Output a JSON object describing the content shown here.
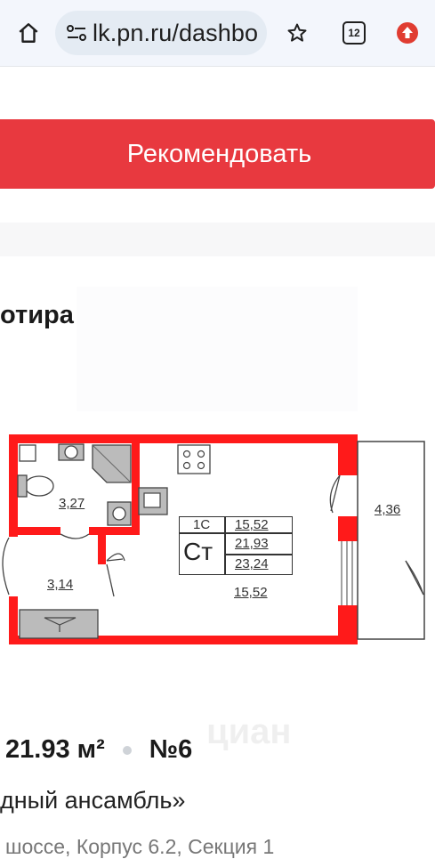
{
  "browser": {
    "url": "lk.pn.ru/dashbo",
    "tab_count": "12",
    "icons": [
      "home-icon",
      "tune-icon",
      "star-icon",
      "tabs-icon",
      "update-icon"
    ]
  },
  "page": {
    "recommend_label": "Рекомендовать",
    "section_title": "отира",
    "plan": {
      "room_bath1": "3,27",
      "room_hall": "3,14",
      "room_balcony": "4,36",
      "room_main": "15,52",
      "code_building": "1С",
      "code_type": "Ст",
      "code_living": "15,52",
      "code_total": "21,93",
      "code_total_balcony": "23,24",
      "watermark": "циан"
    },
    "area": "21.93 м²",
    "number": "№6",
    "complex": "дный ансамбль»",
    "address": "шоссе, Корпус 6.2, Секция 1"
  },
  "colors": {
    "accent": "#e8393f",
    "wall": "#ff1a1a"
  }
}
